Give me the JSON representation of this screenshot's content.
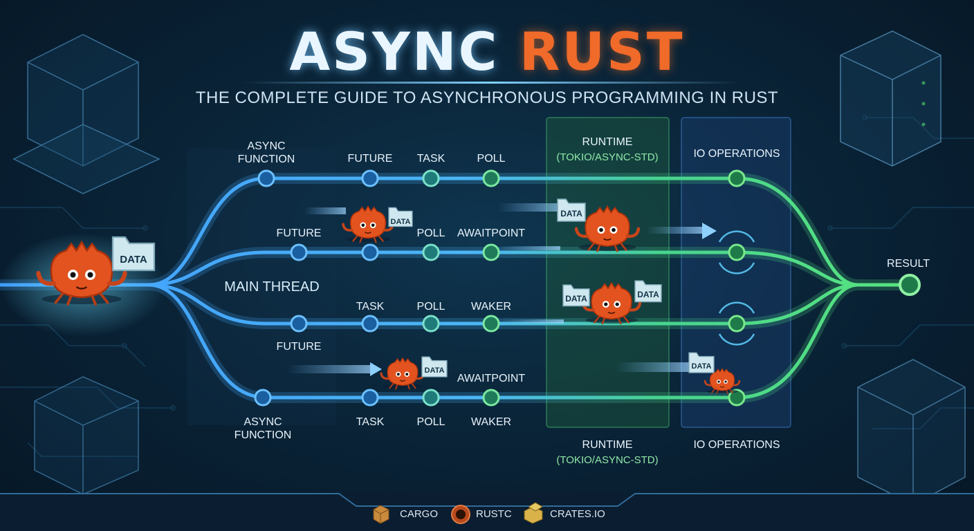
{
  "header": {
    "title_part1": "ASYNC",
    "title_part2": "RUST",
    "subtitle": "THE COMPLETE GUIDE TO ASYNCHRONOUS PROGRAMMING IN RUST"
  },
  "lanes": {
    "row1": {
      "async_function": "ASYNC\nFUNCTION",
      "future": "FUTURE",
      "task": "TASK",
      "poll": "POLL"
    },
    "row2": {
      "future": "FUTURE",
      "poll": "POLL",
      "awaitpoint": "AWAITPOINT"
    },
    "main_thread": "MAIN THREAD",
    "row3": {
      "task": "TASK",
      "poll": "POLL",
      "waker": "WAKER",
      "future": "FUTURE"
    },
    "row4": {
      "awaitpoint": "AWAITPOINT",
      "async_function": "ASYNC\nFUNCTION",
      "task": "TASK",
      "poll": "POLL",
      "waker": "WAKER"
    }
  },
  "zones": {
    "runtime_top": "RUNTIME",
    "runtime_top_sub": "(TOKIO/ASYNC-STD)",
    "io_top": "IO OPERATIONS",
    "runtime_bottom": "RUNTIME",
    "runtime_bottom_sub": "(TOKIO/ASYNC-STD)",
    "io_bottom": "IO OPERATIONS"
  },
  "result": "RESULT",
  "data_tag": "DATA",
  "footer": {
    "cargo": "CARGO",
    "rustc": "RUSTC",
    "crates": "CRATES.IO"
  },
  "colors": {
    "blue_lane": "#4aa8ff",
    "green_lane": "#4fe07a",
    "rust_orange": "#e2531f",
    "runtime_zone": "#1c5a3c",
    "io_zone": "#173a66"
  },
  "icons": [
    "crab-icon",
    "data-folder-icon",
    "cargo-box-icon",
    "rustc-gear-icon",
    "crates-box-icon",
    "arrow-icon",
    "cycle-icon"
  ]
}
